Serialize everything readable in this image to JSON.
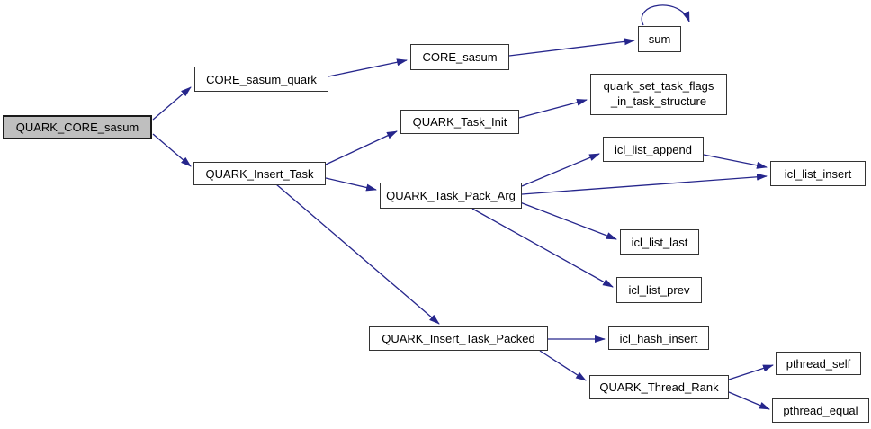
{
  "diagram": {
    "type": "call-graph",
    "colors": {
      "background": "#ffffff",
      "edge": "#26268c",
      "node_border": "#333333",
      "node_fill": "#ffffff",
      "root_fill": "#bfbfbf",
      "text": "#000000"
    },
    "nodes": [
      {
        "id": "QUARK_CORE_sasum",
        "label": "QUARK_CORE_sasum",
        "role": "root"
      },
      {
        "id": "CORE_sasum_quark",
        "label": "CORE_sasum_quark"
      },
      {
        "id": "CORE_sasum",
        "label": "CORE_sasum"
      },
      {
        "id": "sum",
        "label": "sum",
        "self_loop": true
      },
      {
        "id": "QUARK_Insert_Task",
        "label": "QUARK_Insert_Task"
      },
      {
        "id": "QUARK_Task_Init",
        "label": "QUARK_Task_Init"
      },
      {
        "id": "quark_set_task_flags_in_task_structure",
        "label_line1": "quark_set_task_flags",
        "label_line2": "_in_task_structure"
      },
      {
        "id": "QUARK_Task_Pack_Arg",
        "label": "QUARK_Task_Pack_Arg"
      },
      {
        "id": "icl_list_append",
        "label": "icl_list_append"
      },
      {
        "id": "icl_list_insert",
        "label": "icl_list_insert"
      },
      {
        "id": "icl_list_last",
        "label": "icl_list_last"
      },
      {
        "id": "icl_list_prev",
        "label": "icl_list_prev"
      },
      {
        "id": "QUARK_Insert_Task_Packed",
        "label": "QUARK_Insert_Task_Packed"
      },
      {
        "id": "icl_hash_insert",
        "label": "icl_hash_insert"
      },
      {
        "id": "QUARK_Thread_Rank",
        "label": "QUARK_Thread_Rank"
      },
      {
        "id": "pthread_self",
        "label": "pthread_self"
      },
      {
        "id": "pthread_equal",
        "label": "pthread_equal"
      }
    ],
    "edges": [
      {
        "from": "QUARK_CORE_sasum",
        "to": "CORE_sasum_quark"
      },
      {
        "from": "QUARK_CORE_sasum",
        "to": "QUARK_Insert_Task"
      },
      {
        "from": "CORE_sasum_quark",
        "to": "CORE_sasum"
      },
      {
        "from": "CORE_sasum",
        "to": "sum"
      },
      {
        "from": "sum",
        "to": "sum"
      },
      {
        "from": "QUARK_Insert_Task",
        "to": "QUARK_Task_Init"
      },
      {
        "from": "QUARK_Insert_Task",
        "to": "QUARK_Task_Pack_Arg"
      },
      {
        "from": "QUARK_Insert_Task",
        "to": "QUARK_Insert_Task_Packed"
      },
      {
        "from": "QUARK_Task_Init",
        "to": "quark_set_task_flags_in_task_structure"
      },
      {
        "from": "QUARK_Task_Pack_Arg",
        "to": "icl_list_append"
      },
      {
        "from": "QUARK_Task_Pack_Arg",
        "to": "icl_list_insert"
      },
      {
        "from": "icl_list_append",
        "to": "icl_list_insert"
      },
      {
        "from": "QUARK_Task_Pack_Arg",
        "to": "icl_list_last"
      },
      {
        "from": "QUARK_Task_Pack_Arg",
        "to": "icl_list_prev"
      },
      {
        "from": "QUARK_Insert_Task_Packed",
        "to": "icl_hash_insert"
      },
      {
        "from": "QUARK_Insert_Task_Packed",
        "to": "QUARK_Thread_Rank"
      },
      {
        "from": "QUARK_Thread_Rank",
        "to": "pthread_self"
      },
      {
        "from": "QUARK_Thread_Rank",
        "to": "pthread_equal"
      }
    ]
  }
}
